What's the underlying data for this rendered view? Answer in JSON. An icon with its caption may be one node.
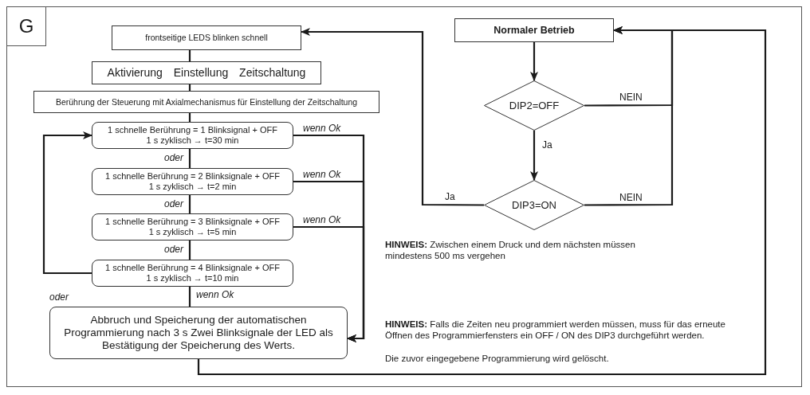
{
  "diagram": {
    "nodes": [
      {
        "text": [
          "frontseitige LEDS blinken schnell"
        ]
      },
      {
        "text": [
          "Aktivierung Einstellung Zeitschaltung"
        ]
      },
      {
        "text": [
          "Berührung der Steuerung mit Axialmechanismus für Einstellung der Zeitschaltung"
        ]
      },
      {
        "text": [
          "1 schnelle Berührung = 1 Blinksignal + OFF",
          "1 s zyklisch → t=30 min"
        ]
      },
      {
        "text": [
          "1 schnelle Berührung = 2 Blinksignale + OFF",
          "1 s zyklisch → t=2 min"
        ]
      },
      {
        "text": [
          "1 schnelle Berührung = 3 Blinksignale + OFF",
          "1 s zyklisch → t=5 min"
        ]
      },
      {
        "text": [
          "1 schnelle Berührung = 4 Blinksignale + OFF",
          "1 s zyklisch → t=10 min"
        ]
      },
      {
        "text": [
          "Abbruch und Speicherung der automatischen Programmierung nach 3 s Zwei Blinksignale der LED als Bestätigung der Speicherung des Werts."
        ]
      },
      {
        "text": [
          "Normaler Betrieb"
        ]
      },
      {
        "text": [
          "DIP2=OFF"
        ]
      },
      {
        "text": [
          "DIP3=ON"
        ]
      }
    ],
    "edges": [
      {
        "from": 0,
        "to": 1,
        "arrow": "none"
      },
      {
        "from": 1,
        "to": 2,
        "arrow": "none"
      },
      {
        "from": 2,
        "to": 3,
        "arrow": "none"
      },
      {
        "from": 3,
        "to": 4,
        "arrow": "none",
        "label": "oder"
      },
      {
        "from": 4,
        "to": 5,
        "arrow": "none",
        "label": "oder"
      },
      {
        "from": 5,
        "to": 6,
        "arrow": "none",
        "label": "oder"
      },
      {
        "from": 6,
        "to": 3,
        "arrow": "to",
        "label": "oder"
      },
      {
        "from": 3,
        "to": 7,
        "arrow": "to",
        "label": "wenn Ok"
      },
      {
        "from": 4,
        "to": 7,
        "arrow": "to",
        "label": "wenn Ok"
      },
      {
        "from": 5,
        "to": 7,
        "arrow": "to",
        "label": "wenn Ok"
      },
      {
        "from": 6,
        "to": 7,
        "arrow": "none",
        "label": "wenn Ok"
      },
      {
        "from": 7,
        "to": 8,
        "arrow": "to"
      },
      {
        "from": 8,
        "to": 9,
        "arrow": "to"
      },
      {
        "from": 9,
        "to": 10,
        "arrow": "to",
        "label": "Ja"
      },
      {
        "from": 9,
        "to": 8,
        "arrow": "to",
        "label": "NEIN"
      },
      {
        "from": 10,
        "to": 8,
        "arrow": "to",
        "label": "NEIN"
      },
      {
        "from": 10,
        "to": 0,
        "arrow": "to",
        "label": "Ja"
      }
    ],
    "labels": [
      "G",
      "**HINWEIS:** Zwischen einem Druck und dem nächsten müssen mindestens 500 ms vergehen",
      "**HINWEIS:** Falls die Zeiten neu programmiert werden müssen, muss für das erneute Öffnen des Programmierfensters ein OFF / ON des DIP3 durchgeführt werden.",
      "Die zuvor eingegebene Programmierung wird gelöscht."
    ]
  }
}
